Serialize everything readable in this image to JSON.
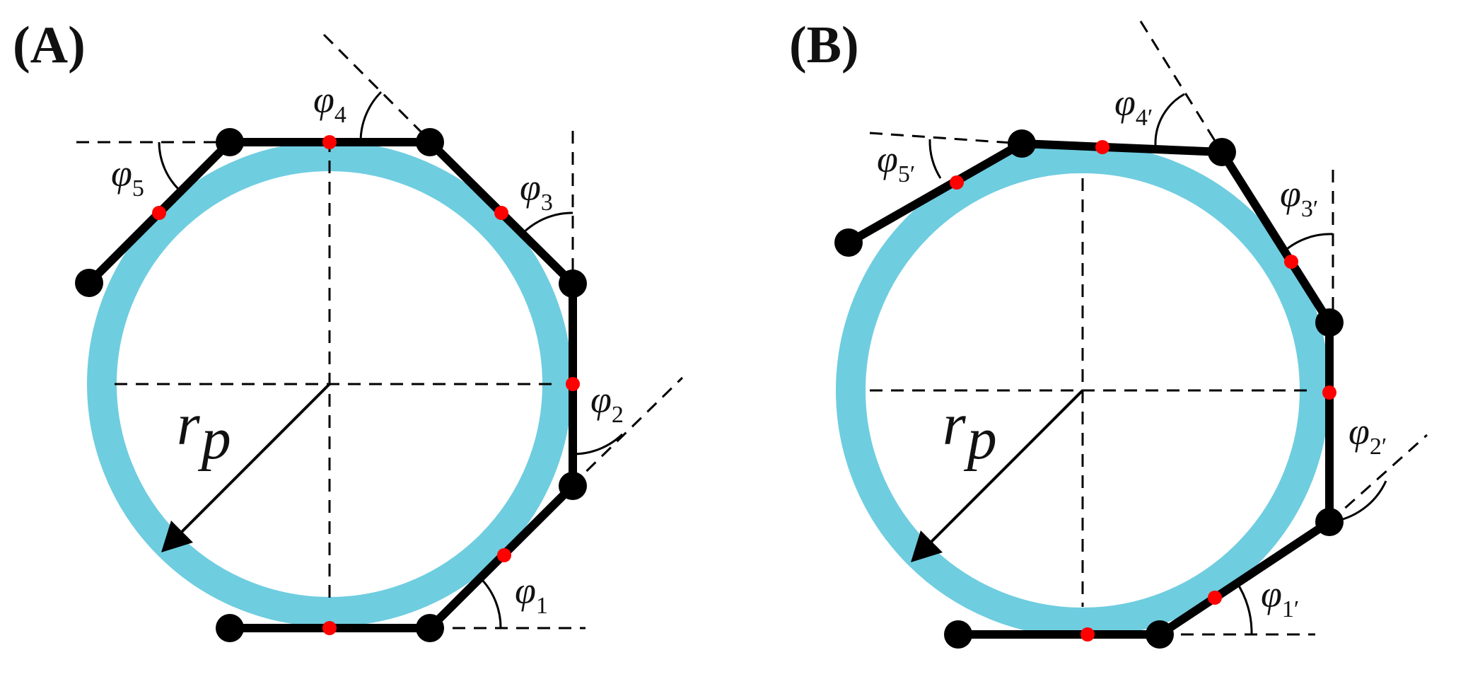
{
  "panels": [
    {
      "id": "A",
      "label": "(A)",
      "radius_label_main": "r",
      "radius_label_sub": "p",
      "angles": [
        {
          "main": "φ",
          "sub": "1"
        },
        {
          "main": "φ",
          "sub": "2"
        },
        {
          "main": "φ",
          "sub": "3"
        },
        {
          "main": "φ",
          "sub": "4"
        },
        {
          "main": "φ",
          "sub": "5"
        }
      ]
    },
    {
      "id": "B",
      "label": "(B)",
      "radius_label_main": "r",
      "radius_label_sub": "p",
      "angles": [
        {
          "main": "φ",
          "sub": "1′"
        },
        {
          "main": "φ",
          "sub": "2′"
        },
        {
          "main": "φ",
          "sub": "3′"
        },
        {
          "main": "φ",
          "sub": "4′"
        },
        {
          "main": "φ",
          "sub": "5′"
        }
      ]
    }
  ],
  "colors": {
    "ring": "#6fcde0",
    "track": "#000000",
    "joint": "#000000",
    "contact": "#ff0000",
    "guide": "#000000"
  }
}
